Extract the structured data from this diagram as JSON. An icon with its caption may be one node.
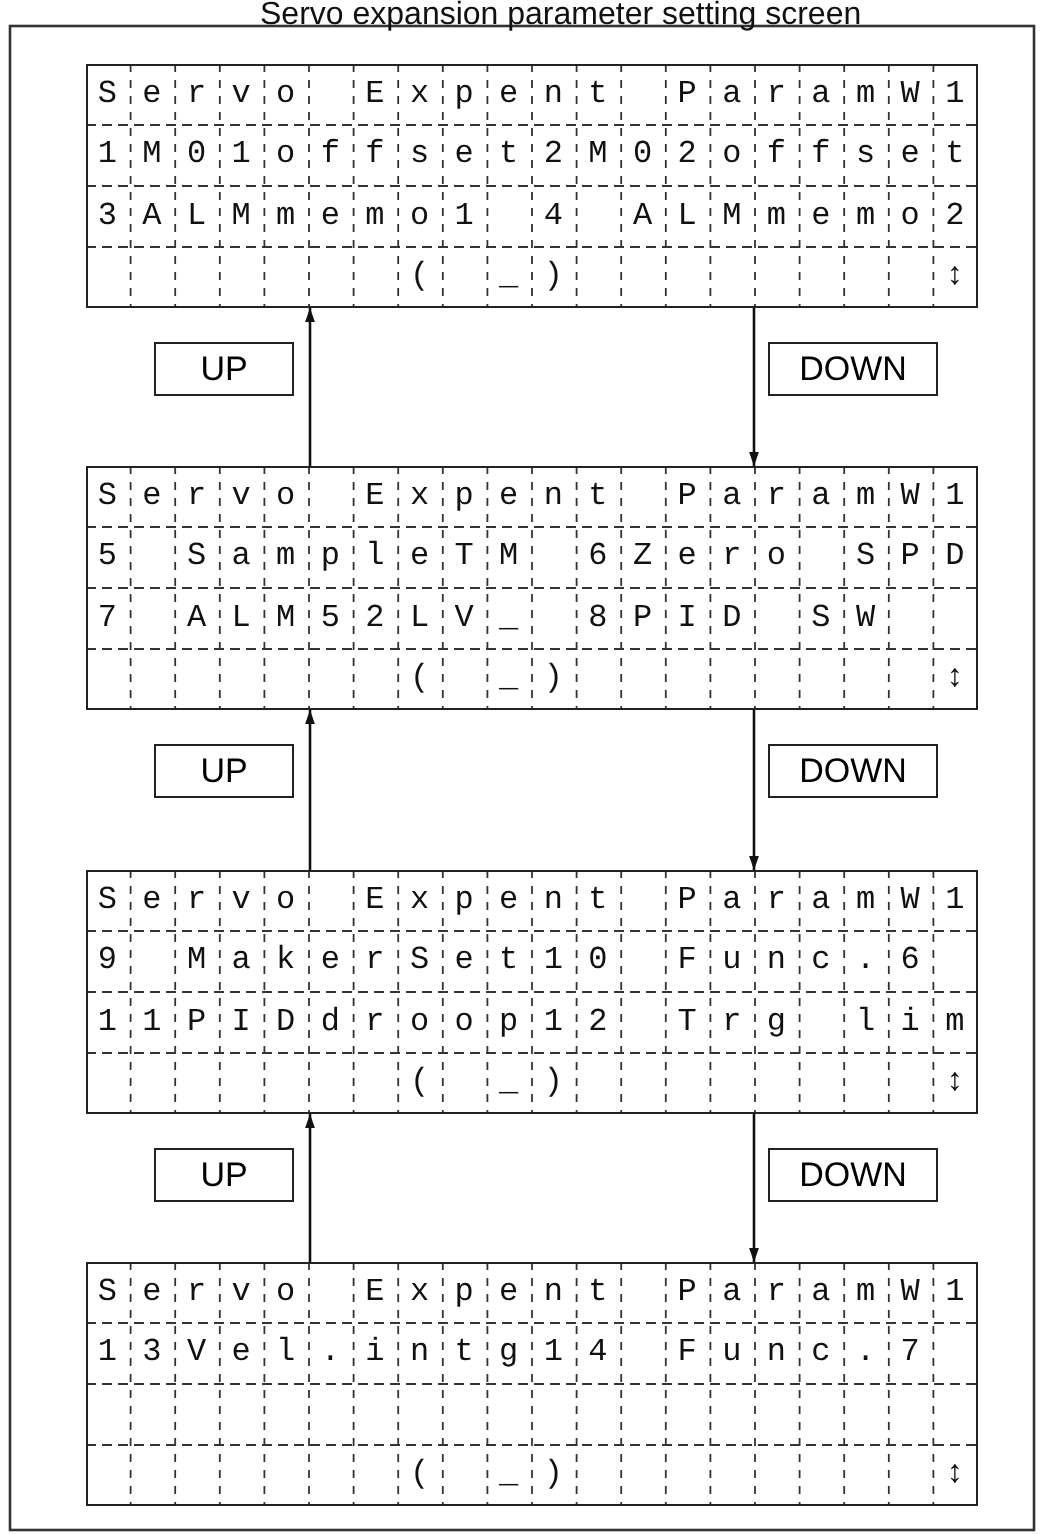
{
  "diagram": {
    "title": "Servo expansion parameter setting screen",
    "nodes": [
      {
        "text": [
          "Servo Expent ParamW1",
          "1M01offset2M02offset",
          "3ALMmemo1 4 ALMmemo2",
          "       ( _)        ↕"
        ]
      },
      {
        "text": [
          "UP"
        ]
      },
      {
        "text": [
          "DOWN"
        ]
      },
      {
        "text": [
          "Servo Expent ParamW1",
          "5 SampleTM 6Zero SPD",
          "7 ALM52LV_ 8PID SW",
          "       ( _)        ↕"
        ]
      },
      {
        "text": [
          "UP"
        ]
      },
      {
        "text": [
          "DOWN"
        ]
      },
      {
        "text": [
          "Servo Expent ParamW1",
          "9 MakerSet10 Func.6",
          "11PIDdroop12 Trg lim",
          "       ( _)        ↕"
        ]
      },
      {
        "text": [
          "UP"
        ]
      },
      {
        "text": [
          "DOWN"
        ]
      },
      {
        "text": [
          "Servo Expent ParamW1",
          "13Vel.intg14 Func.7",
          "       ( _)        ↕"
        ]
      }
    ],
    "edges": [
      {
        "from": 3,
        "to": 0,
        "arrow": "to"
      },
      {
        "from": 0,
        "to": 3,
        "arrow": "to"
      },
      {
        "from": 6,
        "to": 3,
        "arrow": "to"
      },
      {
        "from": 3,
        "to": 6,
        "arrow": "to"
      },
      {
        "from": 9,
        "to": 6,
        "arrow": "to"
      },
      {
        "from": 6,
        "to": 9,
        "arrow": "to"
      }
    ]
  }
}
